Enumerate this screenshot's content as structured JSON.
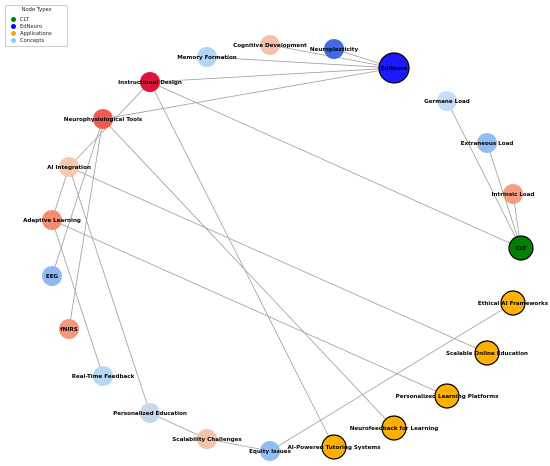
{
  "legend": {
    "title": "Node Types",
    "items": [
      {
        "label": "CLT",
        "color": "#008000"
      },
      {
        "label": "EdNeuro",
        "color": "#0000ff"
      },
      {
        "label": "Applications",
        "color": "#ffa500"
      },
      {
        "label": "Concepts",
        "color": "#87cefa"
      }
    ]
  },
  "nodes": [
    {
      "id": "edneuro",
      "label": "EdNeuro",
      "color": "#1a1aff",
      "outline": true
    },
    {
      "id": "neuroplasticity",
      "label": "Neuroplasticity",
      "color": "#4169e1"
    },
    {
      "id": "cognitive-development",
      "label": "Cognitive Development",
      "color": "#f4c2a8"
    },
    {
      "id": "memory-formation",
      "label": "Memory Formation",
      "color": "#b3d4f5"
    },
    {
      "id": "instructional-design",
      "label": "Instructional Design",
      "color": "#dc143c"
    },
    {
      "id": "neurophysiological-tools",
      "label": "Neurophysiological Tools",
      "color": "#f05a50"
    },
    {
      "id": "ai-integration",
      "label": "AI Integration",
      "color": "#f8c8b0"
    },
    {
      "id": "adaptive-learning",
      "label": "Adaptive Learning",
      "color": "#f48c70"
    },
    {
      "id": "eeg",
      "label": "EEG",
      "color": "#8fb8f5"
    },
    {
      "id": "fnirs",
      "label": "fNIRS",
      "color": "#f4977a"
    },
    {
      "id": "real-time-feedback",
      "label": "Real-Time Feedback",
      "color": "#b8d6f8"
    },
    {
      "id": "personalized-education",
      "label": "Personalized Education",
      "color": "#c6d8ec"
    },
    {
      "id": "scalability-challenges",
      "label": "Scalability Challenges",
      "color": "#f6c2a8"
    },
    {
      "id": "equity-issues",
      "label": "Equity Issues",
      "color": "#92bdf2"
    },
    {
      "id": "ai-tutoring",
      "label": "AI-Powered Tutoring Systems",
      "color": "#ffb000",
      "outline": true
    },
    {
      "id": "neurofeedback",
      "label": "Neurofeedback for Learning",
      "color": "#ffb000",
      "outline": true
    },
    {
      "id": "personalized-platforms",
      "label": "Personalized Learning Platforms",
      "color": "#ffb000",
      "outline": true
    },
    {
      "id": "scalable-online",
      "label": "Scalable Online Education",
      "color": "#ffb000",
      "outline": true
    },
    {
      "id": "ethical-ai",
      "label": "Ethical AI Frameworks",
      "color": "#ffb000",
      "outline": true
    },
    {
      "id": "clt",
      "label": "CLT",
      "color": "#008000",
      "outline": true
    },
    {
      "id": "intrinsic-load",
      "label": "Intrinsic Load",
      "color": "#f4a080"
    },
    {
      "id": "extraneous-load",
      "label": "Extraneous Load",
      "color": "#92bdf2"
    },
    {
      "id": "germane-load",
      "label": "Germane Load",
      "color": "#c6dcf8"
    }
  ],
  "edges": [
    [
      "edneuro",
      "neuroplasticity"
    ],
    [
      "edneuro",
      "cognitive-development"
    ],
    [
      "edneuro",
      "memory-formation"
    ],
    [
      "edneuro",
      "instructional-design"
    ],
    [
      "edneuro",
      "neurophysiological-tools"
    ],
    [
      "clt",
      "intrinsic-load"
    ],
    [
      "clt",
      "extraneous-load"
    ],
    [
      "clt",
      "germane-load"
    ],
    [
      "clt",
      "instructional-design"
    ],
    [
      "instructional-design",
      "ai-integration"
    ],
    [
      "instructional-design",
      "ai-tutoring"
    ],
    [
      "neurophysiological-tools",
      "eeg"
    ],
    [
      "neurophysiological-tools",
      "fnirs"
    ],
    [
      "neurophysiological-tools",
      "neurofeedback"
    ],
    [
      "ai-integration",
      "adaptive-learning"
    ],
    [
      "ai-integration",
      "scalable-online"
    ],
    [
      "ai-integration",
      "personalized-education"
    ],
    [
      "adaptive-learning",
      "real-time-feedback"
    ],
    [
      "adaptive-learning",
      "personalized-platforms"
    ],
    [
      "personalized-education",
      "scalability-challenges"
    ],
    [
      "scalability-challenges",
      "equity-issues"
    ],
    [
      "equity-issues",
      "ethical-ai"
    ]
  ]
}
